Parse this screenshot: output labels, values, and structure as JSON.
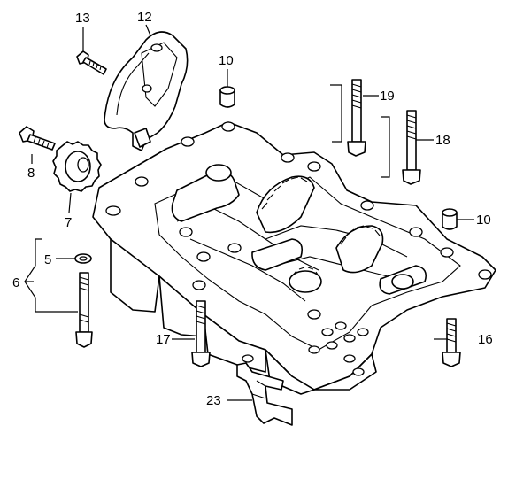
{
  "callouts": [
    {
      "id": "c5",
      "text": "5"
    },
    {
      "id": "c6",
      "text": "6"
    },
    {
      "id": "c7",
      "text": "7"
    },
    {
      "id": "c8",
      "text": "8"
    },
    {
      "id": "c10a",
      "text": "10"
    },
    {
      "id": "c10b",
      "text": "10"
    },
    {
      "id": "c12",
      "text": "12"
    },
    {
      "id": "c13",
      "text": "13"
    },
    {
      "id": "c16",
      "text": "16"
    },
    {
      "id": "c17",
      "text": "17"
    },
    {
      "id": "c18",
      "text": "18"
    },
    {
      "id": "c19",
      "text": "19"
    },
    {
      "id": "c23",
      "text": "23"
    }
  ]
}
